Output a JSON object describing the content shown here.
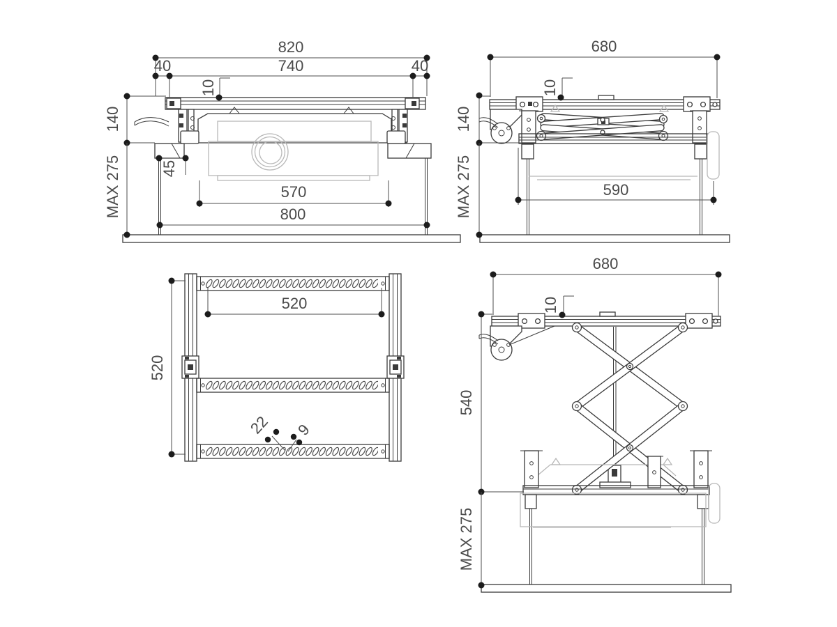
{
  "drawing": {
    "front_view": {
      "overall_width": "820",
      "inner_width": "740",
      "offset_left": "40",
      "offset_right": "40",
      "bracket_inset": "10",
      "unit_height": "140",
      "max_drop": "MAX 275",
      "rod_inset": "45",
      "body_width": "570",
      "rod_span": "800"
    },
    "side_view_closed": {
      "overall_depth": "680",
      "bracket_inset": "10",
      "unit_height": "140",
      "max_drop": "MAX 275",
      "frame_depth": "590"
    },
    "plan_view": {
      "slot_span": "520",
      "frame_depth": "520",
      "slot_length": "22",
      "slot_width": "9"
    },
    "side_view_extended": {
      "overall_depth": "680",
      "bracket_inset": "10",
      "extended_height": "540",
      "max_drop": "MAX 275"
    }
  },
  "colors": {
    "line": "#3a3a3a",
    "dimension": "#4d4d4d",
    "light_gray": "#b8b8b8",
    "dot": "#1c1c1c",
    "background": "#ffffff"
  }
}
